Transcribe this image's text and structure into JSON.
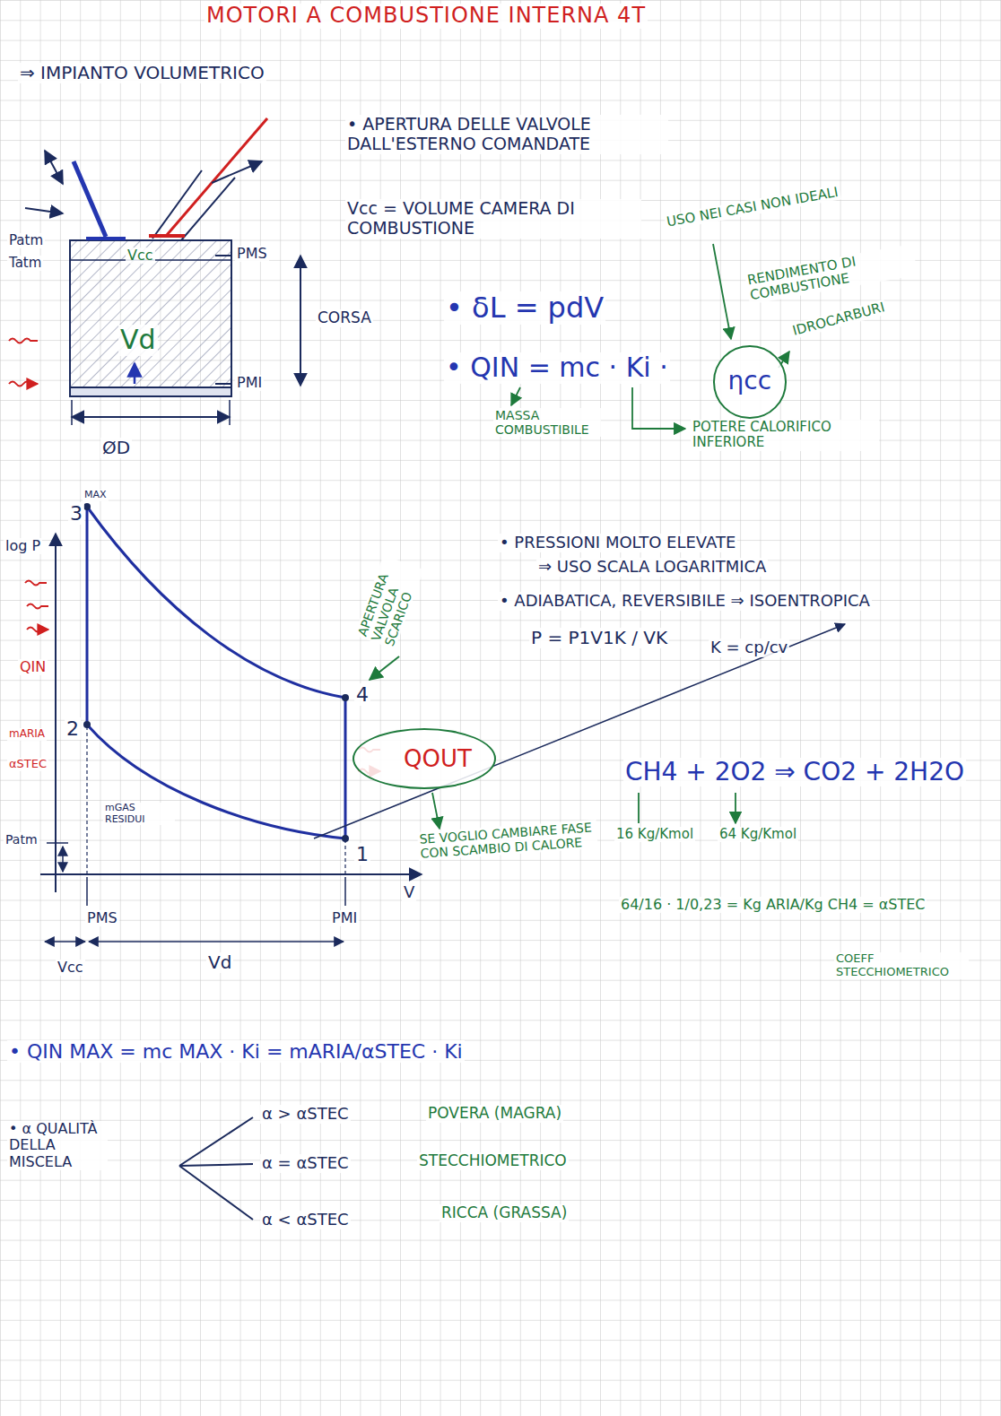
{
  "diagram": {
    "title": "MOTORI A COMBUSTIONE INTERNA 4T",
    "nodes": [
      {
        "text": [
          "ηcc"
        ]
      },
      {
        "text": [
          "QOUT"
        ]
      }
    ],
    "labels": [
      "⇒ IMPIANTO VOLUMETRICO",
      "• APERTURA DELLE VALVOLE DALL'ESTERNO COMANDATE",
      "Vcc = VOLUME CAMERA DI COMBUSTIONE",
      "Patm",
      "Tatm",
      "Vcc",
      "PMS",
      "CORSA",
      "Vd",
      "PMI",
      "ØD",
      "• δL = pdV",
      "• QIN = mc · Ki ·",
      "USO NEI CASI NON IDEALI",
      "RENDIMENTO DI COMBUSTIONE",
      "IDROCARBURI",
      "MASSA COMBUSTIBILE",
      "POTERE CALORIFICO INFERIORE",
      "MAX",
      "3",
      "log P",
      "QIN",
      "mARIA",
      "αSTEC",
      "2",
      "mGAS RESIDUI",
      "Patm",
      "PMS",
      "PMI",
      "Vcc",
      "Vd",
      "V",
      "4",
      "1",
      "APERTURA VALVOLA SCARICO",
      "• PRESSIONI MOLTO ELEVATE",
      "⇒ USO SCALA LOGARITMICA",
      "• ADIABATICA, REVERSIBILE ⇒ ISOENTROPICA",
      "P = P1V1K / VK",
      "K = cp/cv",
      "SE VOGLIO CAMBIARE FASE CON SCAMBIO DI CALORE",
      "CH4 + 2O2 ⇒ CO2 + 2H2O",
      "16 Kg/Kmol",
      "64 Kg/Kmol",
      "64/16 · 1/0,23 = Kg ARIA/Kg CH4 = αSTEC",
      "COEFF STECCHIOMETRICO",
      "• QIN MAX = mc MAX · Ki = mARIA/αSTEC · Ki",
      "• α QUALITÀ DELLA MISCELA",
      "α > αSTEC",
      "POVERA (MAGRA)",
      "α = αSTEC",
      "STECCHIOMETRICO",
      "α < αSTEC",
      "RICCA (GRASSA)"
    ]
  }
}
